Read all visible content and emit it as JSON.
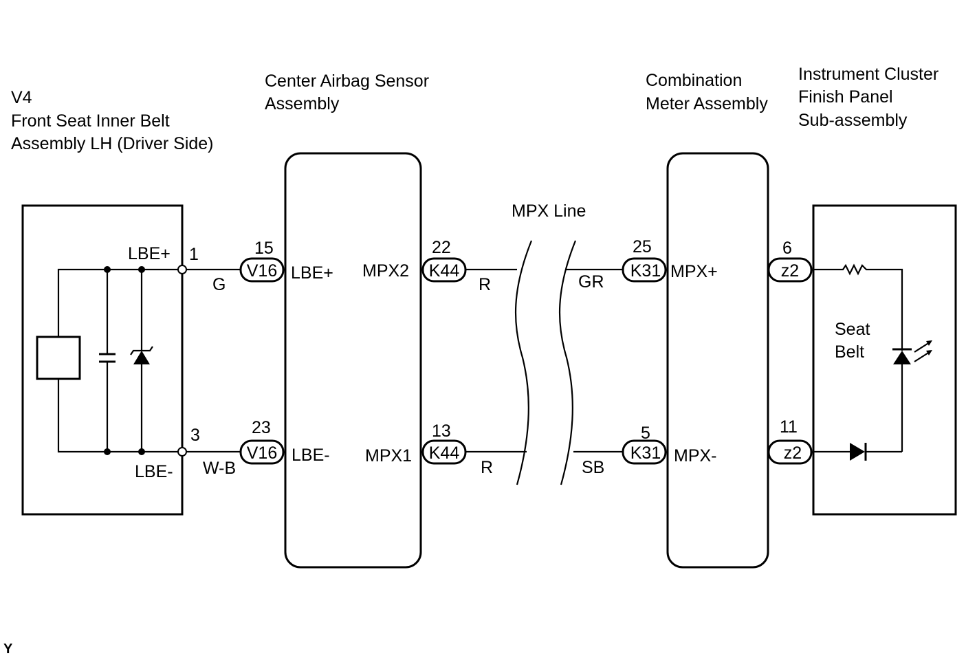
{
  "components": {
    "seat_belt_assembly": {
      "line1": "V4",
      "line2": "Front Seat Inner Belt",
      "line3": "Assembly LH (Driver Side)"
    },
    "airbag_sensor": {
      "line1": "Center Airbag Sensor",
      "line2": "Assembly"
    },
    "combination_meter": {
      "line1": "Combination",
      "line2": "Meter Assembly"
    },
    "instrument_cluster": {
      "line1": "Instrument Cluster",
      "line2": "Finish Panel",
      "line3": "Sub-assembly"
    }
  },
  "mpx_line_label": "MPX Line",
  "terminals": {
    "lbe_plus_v4": "LBE+",
    "lbe_minus_v4": "LBE-",
    "pin1": "1",
    "pin3": "3",
    "wire_g": "G",
    "wire_wb": "W-B",
    "v16_top_pin": "15",
    "v16_bottom_pin": "23",
    "v16": "V16",
    "lbe_plus_sensor": "LBE+",
    "lbe_minus_sensor": "LBE-",
    "mpx2": "MPX2",
    "mpx1": "MPX1",
    "k44_top_pin": "22",
    "k44_bottom_pin": "13",
    "k44": "K44",
    "wire_r": "R",
    "wire_gr": "GR",
    "wire_sb": "SB",
    "k31_top_pin": "25",
    "k31_bottom_pin": "5",
    "k31": "K31",
    "mpx_plus": "MPX+",
    "mpx_minus": "MPX-",
    "z2_top_pin": "6",
    "z2_bottom_pin": "11",
    "z2": "z2"
  },
  "seat_belt_indicator": {
    "line1": "Seat",
    "line2": "Belt"
  },
  "corner_mark": "Y"
}
